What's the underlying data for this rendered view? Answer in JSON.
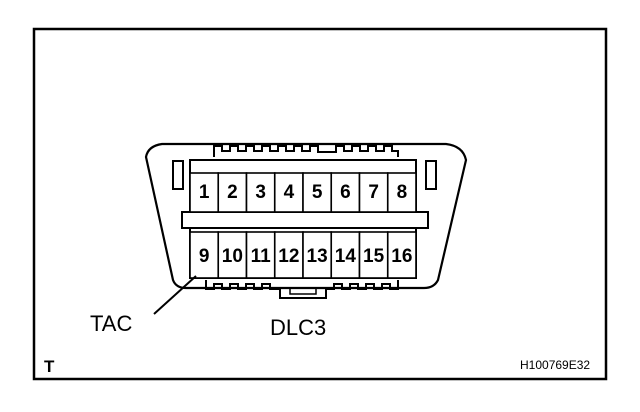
{
  "diagram": {
    "connector_name": "DLC3",
    "terminal_callout": "TAC",
    "corner_letter": "T",
    "figure_code": "H100769E32",
    "top_row_pins": [
      "1",
      "2",
      "3",
      "4",
      "5",
      "6",
      "7",
      "8"
    ],
    "bottom_row_pins": [
      "9",
      "10",
      "11",
      "12",
      "13",
      "14",
      "15",
      "16"
    ],
    "highlighted_pin": "9"
  }
}
